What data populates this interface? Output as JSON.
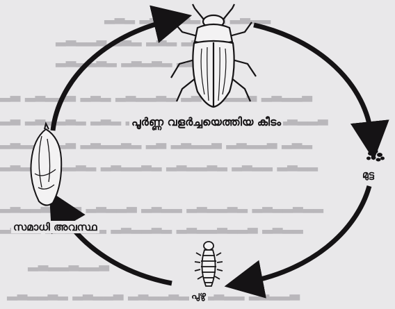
{
  "stages": {
    "adult": "പൂർണ്ണ വളർച്ചയെത്തിയ കീടം",
    "egg": "മുട്ട",
    "larva": "പുഴു",
    "pupa": "സമാധി അവസ്ഥ"
  },
  "icons": [
    "beetle-icon",
    "eggs-icon",
    "larva-icon",
    "pupa-icon"
  ]
}
